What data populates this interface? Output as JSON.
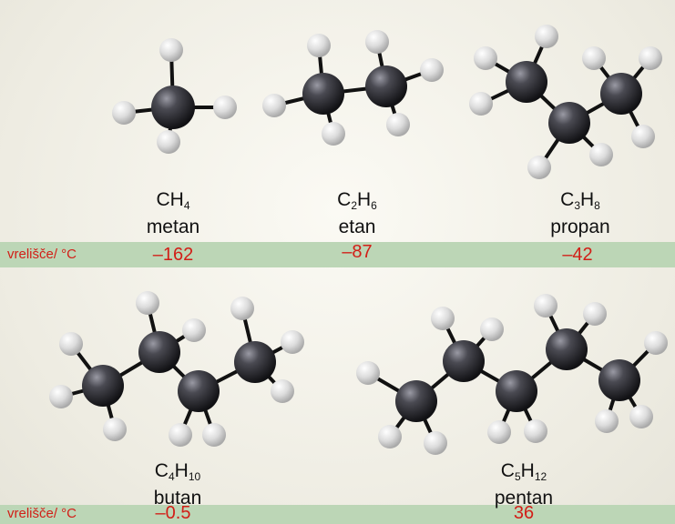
{
  "boiling_label": "vrelišče/ °C",
  "colors": {
    "band": "#bcd6b6",
    "value_text": "#d21e17",
    "carbon": "#2a2a30",
    "hydrogen": "#d8d8d8",
    "bond": "#111111"
  },
  "molecules": [
    {
      "id": "methane",
      "formula_parts": [
        "CH",
        "4"
      ],
      "name": "metan",
      "boiling_point": "–162"
    },
    {
      "id": "ethane",
      "formula_parts": [
        "C",
        "2",
        "H",
        "6"
      ],
      "name": "etan",
      "boiling_point": "–87"
    },
    {
      "id": "propane",
      "formula_parts": [
        "C",
        "3",
        "H",
        "8"
      ],
      "name": "propan",
      "boiling_point": "–42"
    },
    {
      "id": "butane",
      "formula_parts": [
        "C",
        "4",
        "H",
        "10"
      ],
      "name": "butan",
      "boiling_point": "–0.5"
    },
    {
      "id": "pentane",
      "formula_parts": [
        "C",
        "5",
        "H",
        "12"
      ],
      "name": "pentan",
      "boiling_point": "36"
    }
  ]
}
